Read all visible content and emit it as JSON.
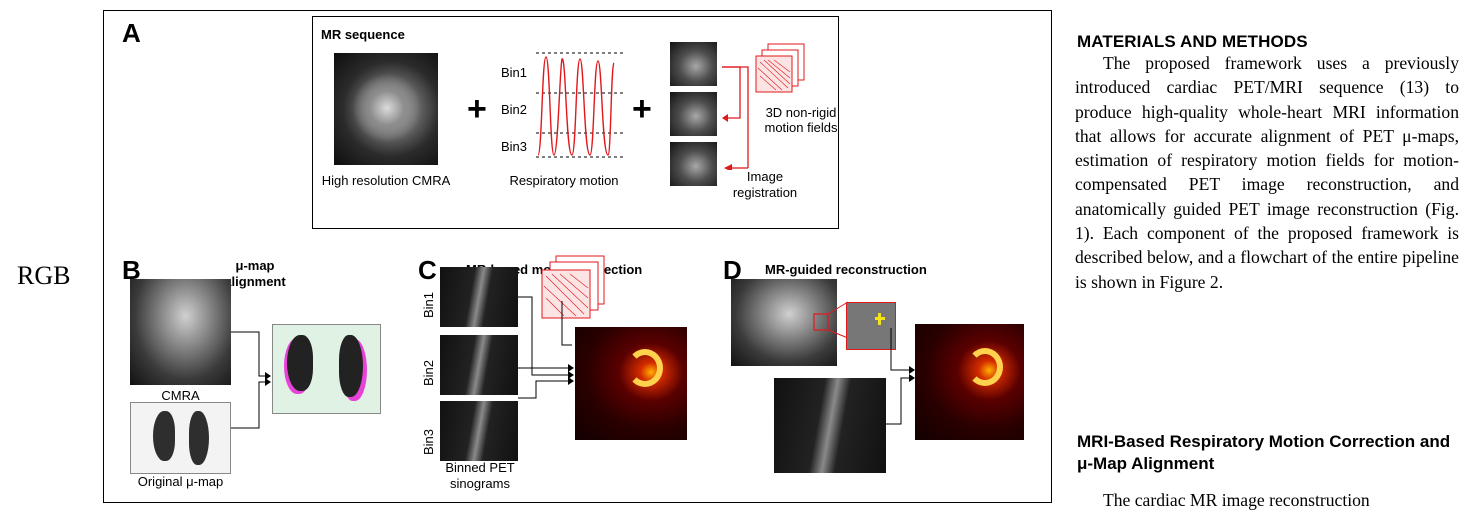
{
  "side_label": "RGB",
  "figure": {
    "panel_a": {
      "letter": "A",
      "box_title": "MR sequence",
      "cmra_label": "High resolution CMRA",
      "resp_label": "Respiratory motion",
      "bins": [
        "Bin1",
        "Bin2",
        "Bin3"
      ],
      "motion_fields_label_1": "3D non-rigid",
      "motion_fields_label_2": "motion fields",
      "registration_label_1": "Image",
      "registration_label_2": "registration",
      "plus": "+"
    },
    "panel_b": {
      "letter": "B",
      "title_1": "μ-map",
      "title_2": "alignment",
      "cmra_label": "CMRA",
      "original_label": "Original μ-map"
    },
    "panel_c": {
      "letter": "C",
      "title": "MR-based motion correction",
      "bins": [
        "Bin1",
        "Bin2",
        "Bin3"
      ],
      "sinogram_label_1": "Binned PET",
      "sinogram_label_2": "sinograms"
    },
    "panel_d": {
      "letter": "D",
      "title": "MR-guided reconstruction"
    }
  },
  "article": {
    "heading": "MATERIALS AND METHODS",
    "paragraph_1": "The proposed framework uses a previously introduced cardiac PET/MRI sequence (13) to produce high-quality whole-heart MRI information that allows for accurate alignment of PET μ-maps, estimation of respiratory motion fields for motion-compensated PET image reconstruction, and anatomically guided PET image reconstruction (Fig. 1). Each component of the proposed framework is described below, and a flowchart of the entire pipeline is shown in Figure 2.",
    "subheading": "MRI-Based Respiratory Motion Correction and μ-Map Alignment",
    "paragraph_2": "The cardiac MR image reconstruction"
  },
  "colors": {
    "accent_red": "#e0191d",
    "magenta": "#e843d8",
    "green": "#1fb34a",
    "pet_dark": "#2a0000"
  }
}
